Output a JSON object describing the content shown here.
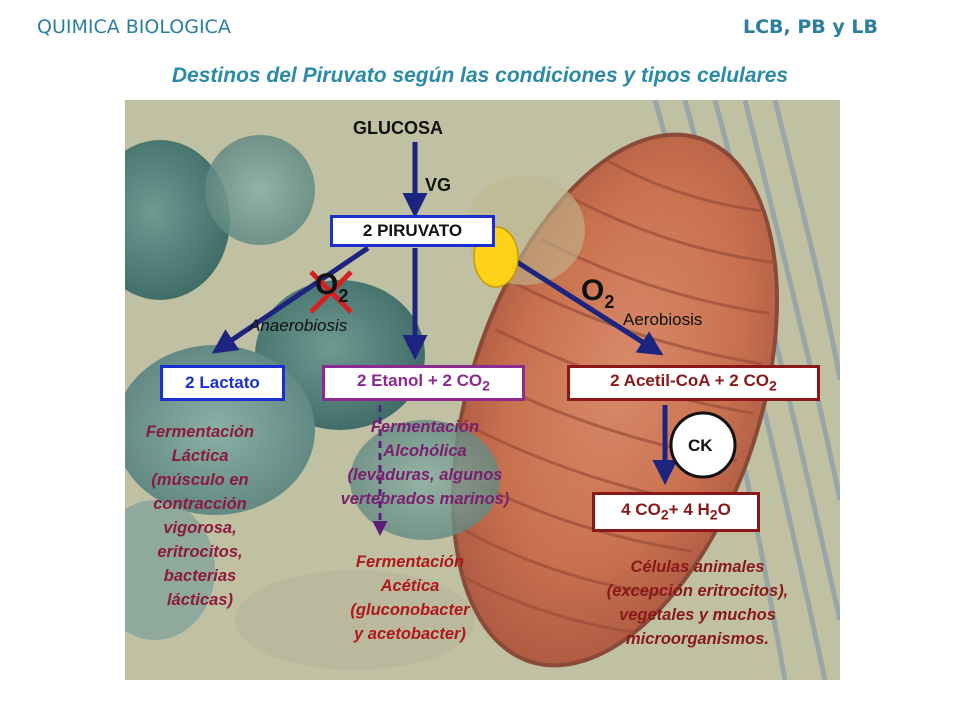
{
  "header": {
    "left": "QUIMICA BIOLOGICA",
    "right": "LCB, PB y LB"
  },
  "subtitle": "Destinos del Piruvato según las condiciones y tipos celulares",
  "nodes": {
    "glucosa": "GLUCOSA",
    "vg": "VG",
    "piruvato": "2 PIRUVATO",
    "o2_left": "O",
    "o2_left_sub": "2",
    "anaerobiosis": "Anaerobiosis",
    "o2_right": "O",
    "o2_right_sub": "2",
    "aerobiosis": "Aerobiosis",
    "lactato": "2 Lactato",
    "etanol": "2 Etanol + 2 CO",
    "etanol_sub": "2",
    "acetil": "2 Acetil-CoA + 2 CO",
    "acetil_sub": "2",
    "ck": "CK",
    "final_a": "4 CO",
    "final_sub1": "2",
    "final_b": "+ 4 H",
    "final_sub2": "2",
    "final_c": "O"
  },
  "notes": {
    "lactica": [
      "Fermentación",
      "Láctica",
      "(músculo en",
      "contracción",
      "vigorosa,",
      "eritrocitos,",
      "bacterias",
      "lácticas)"
    ],
    "alcoholica": [
      "Fermentación",
      "Alcohólica",
      "(levaduras, algunos",
      "vertebrados marinos)"
    ],
    "acetica": [
      "Fermentación",
      "Acética",
      "(gluconobacter",
      "y acetobacter)"
    ],
    "celulas": [
      "Células animales",
      "(excepción eritrocitos),",
      "vegetales y muchos",
      "microorganismos."
    ]
  },
  "colors": {
    "accent_teal": "#2a8aa8",
    "blue_box": "#1a2fd0",
    "purple_box": "#8b2b8f",
    "red_box": "#8a1818",
    "arrow_navy": "#1c2480",
    "note_lactica": "#8b1a3c",
    "note_alcoholica": "#7a1f6e",
    "note_acetica": "#b01818",
    "cross_red": "#d42020",
    "yellow_circle": "#ffd21a"
  }
}
